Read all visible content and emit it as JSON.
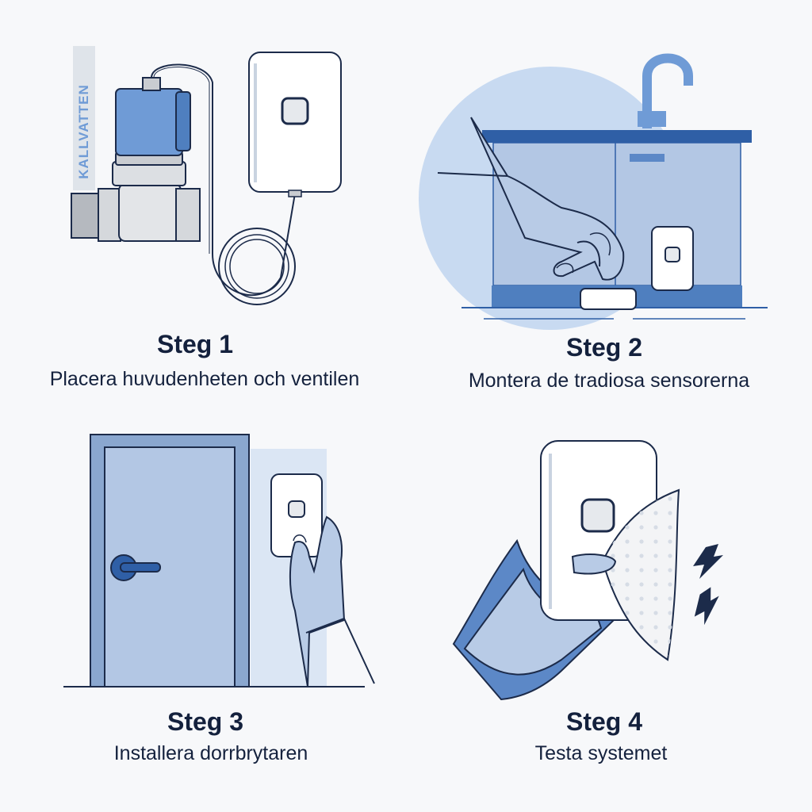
{
  "steps": [
    {
      "title": "Steg 1",
      "description": "Placera huvudenheten och ventilen"
    },
    {
      "title": "Steg 2",
      "description": "Montera de tradiosa sensorerna"
    },
    {
      "title": "Steg 3",
      "description": "Installera dorrbrytaren"
    },
    {
      "title": "Steg 4",
      "description": "Testa systemet"
    }
  ],
  "pipe_label": "KALLVATTEN",
  "icons": {
    "step1": [
      "valve-icon",
      "main-unit-icon",
      "cable-coil-icon"
    ],
    "step2": [
      "faucet-icon",
      "cabinet-icon",
      "gloved-hand-icon",
      "sensor-icon",
      "wall-unit-icon"
    ],
    "step3": [
      "door-icon",
      "door-handle-icon",
      "door-sensor-icon",
      "gloved-hand-icon"
    ],
    "step4": [
      "main-unit-icon",
      "wet-cloth-icon",
      "alarm-bolt-icon",
      "gloved-hand-icon"
    ]
  },
  "colors": {
    "background": "#f7f8fa",
    "text": "#14213d",
    "accent_blue": "#6f9bd6",
    "light_blue": "#b8cbe6",
    "dark_blue": "#2f5fa6",
    "outline": "#1c2b4a"
  }
}
